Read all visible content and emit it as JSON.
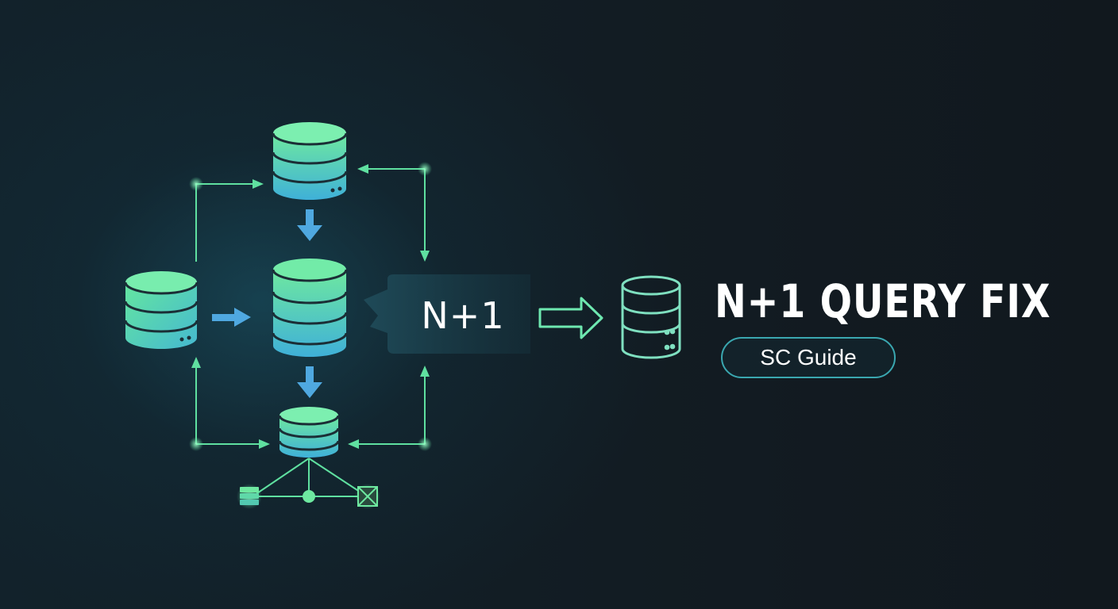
{
  "labels": {
    "center_badge": "N+1",
    "title": "N+1 QUERY FIX",
    "subtitle": "SC Guide"
  },
  "icons": {
    "database": "database-icon",
    "arrow": "arrow-icon",
    "outline_arrow": "outline-arrow-icon",
    "stack": "stack-icon",
    "node": "node-icon",
    "box": "box-icon"
  },
  "colors": {
    "background": "#111a21",
    "glow": "#1a5c70",
    "db_top": "#6ee8a0",
    "db_bottom": "#3fb0d8",
    "db_band": "#1b2e36",
    "connector": "#5fe0a0",
    "blue_arrow": "#4fa8e0",
    "outline_db": "#7fe0c0",
    "pill_border": "#3aa7b0"
  }
}
